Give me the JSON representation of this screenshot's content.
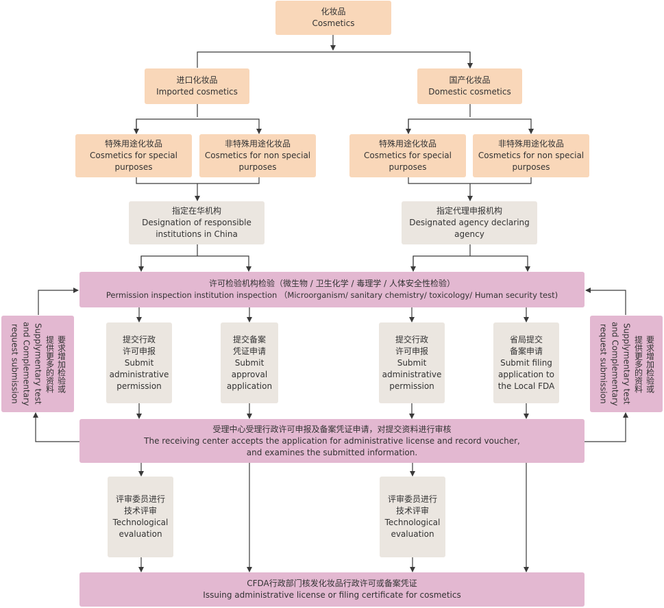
{
  "colors": {
    "orange": "#f9d7b9",
    "gray": "#ebe6e0",
    "pink": "#e3b8d1",
    "line": "#3a3a3a"
  },
  "top": {
    "zh": "化妆品",
    "en": "Cosmetics"
  },
  "imported": {
    "zh": "进口化妆品",
    "en": "Imported cosmetics"
  },
  "domestic": {
    "zh": "国产化妆品",
    "en": "Domestic cosmetics"
  },
  "imp_special": {
    "zh": "特殊用途化妆品",
    "en1": "Cosmetics for special",
    "en2": "purposes"
  },
  "imp_nonspecial": {
    "zh": "非特殊用途化妆品",
    "en1": "Cosmetics for non special",
    "en2": "purposes"
  },
  "dom_special": {
    "zh": "特殊用途化妆品",
    "en1": "Cosmetics for special",
    "en2": "purposes"
  },
  "dom_nonspecial": {
    "zh": "非特殊用途化妆品",
    "en1": "Cosmetics for non special",
    "en2": "purposes"
  },
  "designation_left": {
    "zh": "指定在华机构",
    "en1": "Designation of responsible",
    "en2": "institutions in China"
  },
  "designation_right": {
    "zh": "指定代理申报机构",
    "en1": "Designated agency declaring",
    "en2": "agency"
  },
  "inspection": {
    "zh": "许可检验机构检验（微生物 / 卫生化学 / 毒理学 / 人体安全性检验）",
    "en": "Permission inspection institution inspection （Microorganism/ sanitary chemistry/ toxicology/ Human security test)"
  },
  "submit1": {
    "zh1": "提交行政",
    "zh2": "许可申报",
    "en1": "Submit",
    "en2": "administrative",
    "en3": "permission"
  },
  "submit2": {
    "zh1": "提交备案",
    "zh2": "凭证申请",
    "en1": "Submit",
    "en2": "approval",
    "en3": "application"
  },
  "submit3": {
    "zh1": "提交行政",
    "zh2": "许可申报",
    "en1": "Submit",
    "en2": "administrative",
    "en3": "permission"
  },
  "submit4": {
    "zh1": "省局提交",
    "zh2": "备案申请",
    "en1": "Submit filing",
    "en2": "application to",
    "en3": "the Local FDA"
  },
  "side_left": {
    "zh1": "要求增加检验或",
    "zh2": "提供更多的资料",
    "en1": "Supplymentary test",
    "en2": "and Complementary",
    "en3": "request submission"
  },
  "side_right": {
    "zh1": "要求增加检验或",
    "zh2": "提供更多的资料",
    "en1": "Supplymentary test",
    "en2": "and Complementary",
    "en3": "request submission"
  },
  "receiving": {
    "zh": "受理中心受理行政许可申报及备案凭证申请，对提交资料进行审核",
    "en1": "The receiving center accepts the application for administrative license and record voucher,",
    "en2": "and examines the submitted information."
  },
  "review_left": {
    "zh1": "评审委员进行",
    "zh2": "技术评审",
    "en1": "Technological",
    "en2": "evaluation"
  },
  "review_right": {
    "zh1": "评审委员进行",
    "zh2": "技术评审",
    "en1": "Technological",
    "en2": "evaluation"
  },
  "final": {
    "zh": "CFDA行政部门核发化妆品行政许可或备案凭证",
    "en": "Issuing administrative license or filing certificate for cosmetics"
  }
}
